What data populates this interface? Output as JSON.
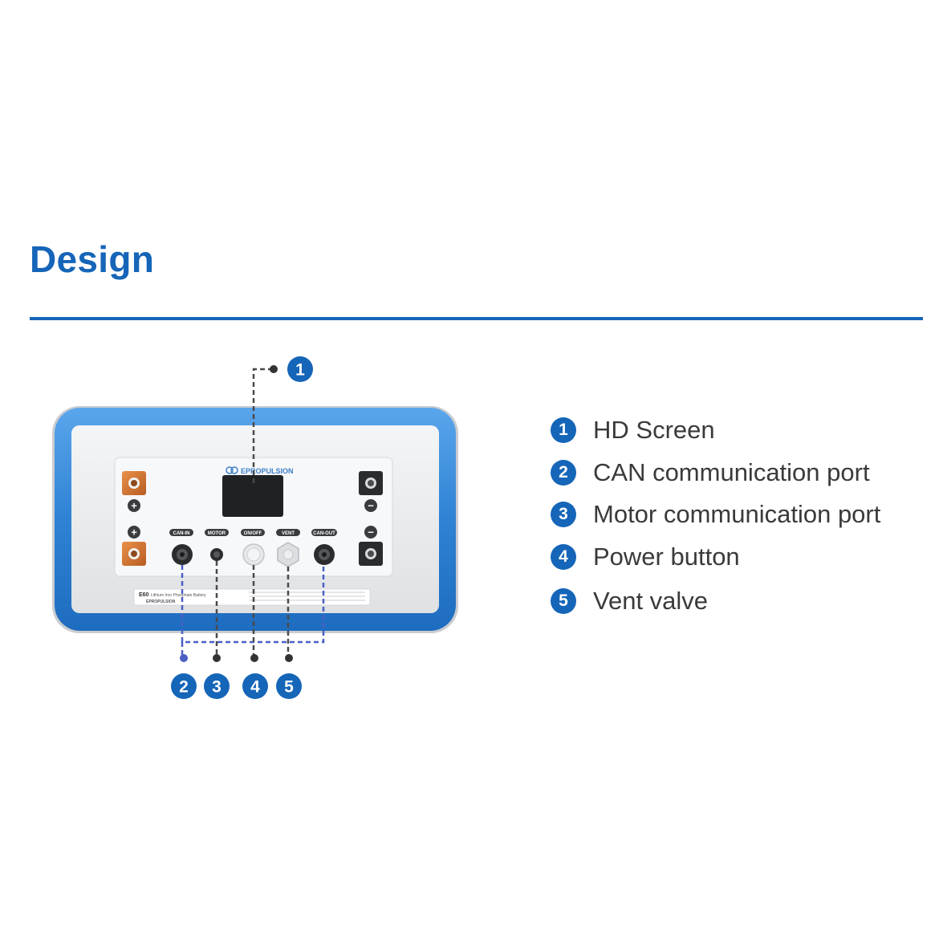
{
  "title": "Design",
  "colors": {
    "accent": "#1565b8",
    "frame": "#2d7fd0",
    "callout_line": "#4a4a4a",
    "can_line": "#4b5fc4"
  },
  "device": {
    "brand": "EPROPULSION",
    "model": "E60",
    "model_desc": "Lithium Iron Phosphate Battery",
    "ports": [
      "CAN-IN",
      "MOTOR",
      "ON/OFF",
      "VENT",
      "CAN-OUT"
    ],
    "terminal_positive": "+",
    "terminal_negative": "−"
  },
  "callouts": [
    {
      "num": "1",
      "label": "HD Screen"
    },
    {
      "num": "2",
      "label": "CAN communication port"
    },
    {
      "num": "3",
      "label": "Motor communication port"
    },
    {
      "num": "4",
      "label": "Power button"
    },
    {
      "num": "5",
      "label": "Vent valve"
    }
  ]
}
